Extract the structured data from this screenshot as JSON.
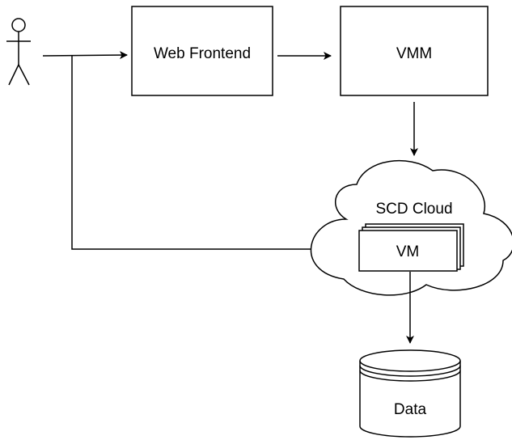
{
  "nodes": {
    "web_frontend": "Web Frontend",
    "vmm": "VMM",
    "cloud": "SCD Cloud",
    "vm": "VM",
    "data": "Data"
  },
  "colors": {
    "stroke": "#000000",
    "fill": "#ffffff"
  },
  "icons": {
    "user": "stick-figure-icon",
    "storage": "database-cylinder-icon"
  }
}
